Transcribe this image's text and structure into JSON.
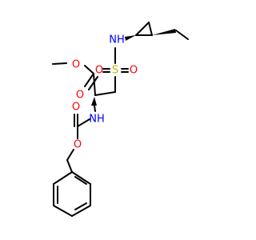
{
  "molecule": {
    "atoms": {
      "O_ester_single": "O",
      "O_ester_double": "O",
      "S": "S",
      "O_sulfonyl_left": "O",
      "O_sulfonyl_right": "O",
      "NH_sulfonamide": "NH",
      "NH_carbamate": "NH",
      "O_carbamate_double": "O",
      "O_carbamate_single": "O"
    },
    "colors": {
      "bond": "#000000",
      "oxygen": "#ff0000",
      "nitrogen": "#0000ff",
      "sulfur": "#b8b800"
    }
  }
}
